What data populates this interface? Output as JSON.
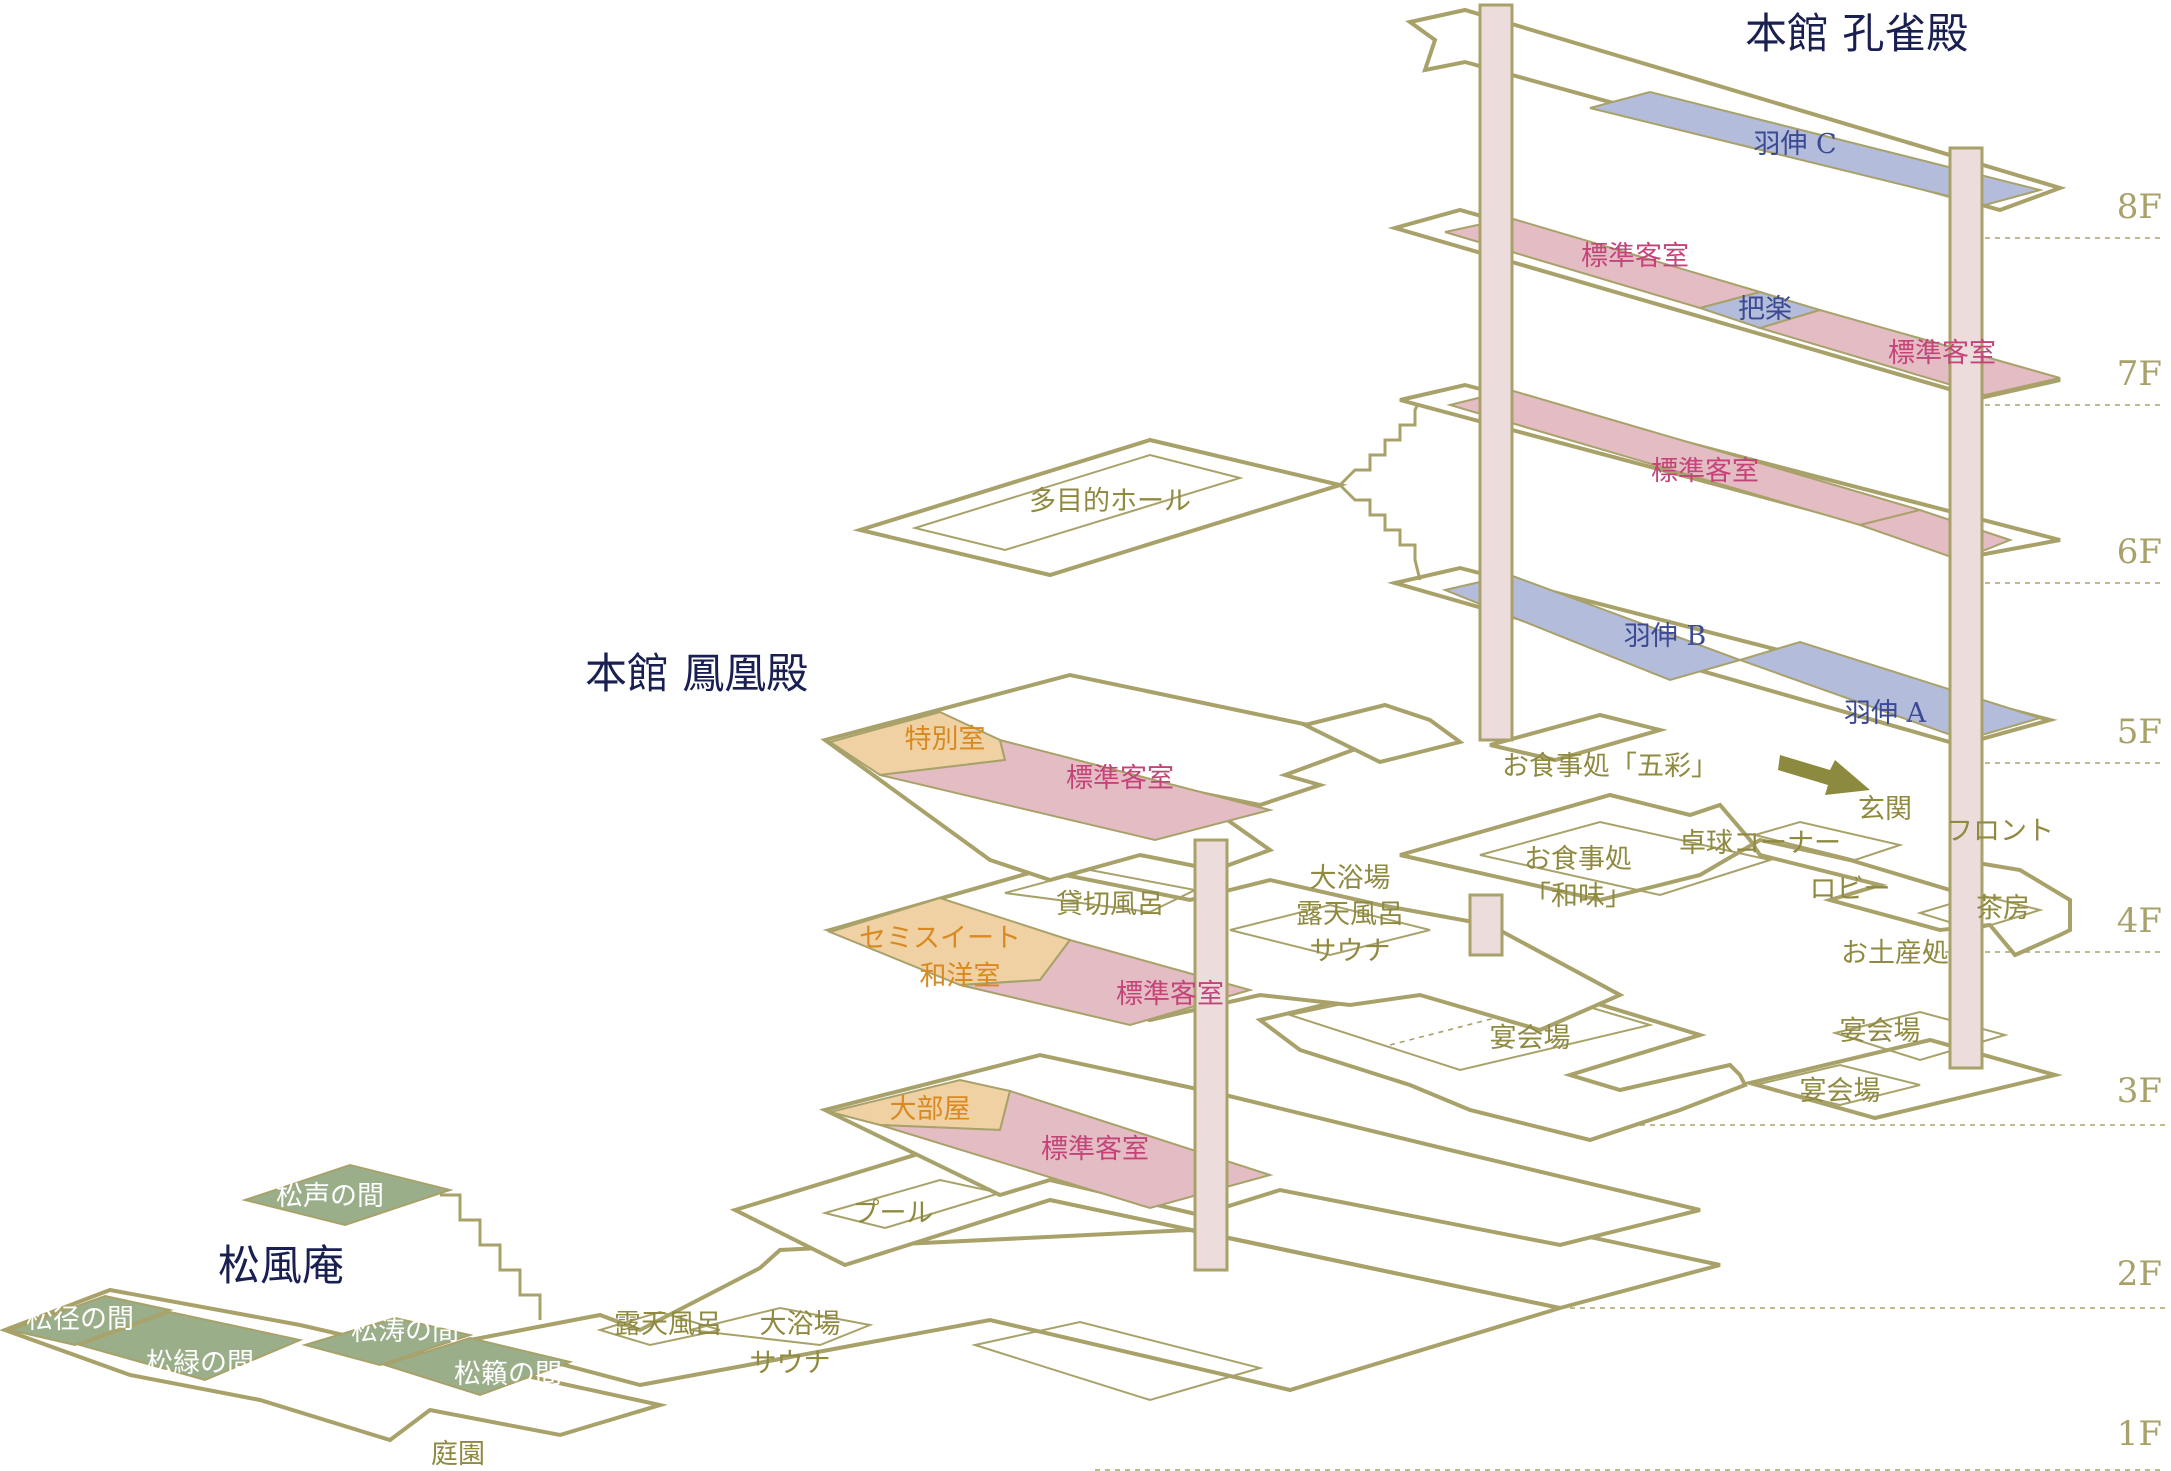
{
  "titles": {
    "honkan_kujaku": "本館 孔雀殿",
    "honkan_houou": "本館 鳳凰殿",
    "shofuan": "松風庵"
  },
  "floors": [
    "8F",
    "7F",
    "6F",
    "5F",
    "4F",
    "3F",
    "2F",
    "1F"
  ],
  "rooms": {
    "hashin_c": "羽伸 C",
    "hyojun_7a": "標準客室",
    "hara": "把楽",
    "hyojun_7b": "標準客室",
    "hyojun_6": "標準客室",
    "tamokuteki_hall": "多目的ホール",
    "hashin_b": "羽伸 B",
    "hashin_a": "羽伸 A",
    "tokubetsu": "特別室",
    "hyojun_h5": "標準客室",
    "oshokuji_gosai": "お食事処「五彩」",
    "genkan": "玄関",
    "front": "フロント",
    "takkyu": "卓球コーナー",
    "robby": "ロビー",
    "sabo": "茶房",
    "omiyage": "お土産処",
    "kashikiri": "貸切風呂",
    "daiyokujo_4f": "大浴場",
    "rotenburo_4f": "露天風呂",
    "sauna_4f": "サウナ",
    "oshokuji_wami_1": "お食事処",
    "oshokuji_wami_2": "「和味」",
    "semisweet_1": "セミスイート",
    "semisweet_2": "和洋室",
    "hyojun_h4": "標準客室",
    "enkaijo_3f": "宴会場",
    "enkaijo_3f_b": "宴会場",
    "enkaijo_3f_c": "宴会場",
    "obeya": "大部屋",
    "hyojun_h3": "標準客室",
    "pool": "プール",
    "shosei": "松声の間",
    "shokei": "松径の間",
    "shoryoku": "松緑の間",
    "shoto": "松涛の間",
    "shorai": "松籟の間",
    "rotenburo_1f": "露天風呂",
    "daiyokujo_1f": "大浴場",
    "sauna_1f": "サウナ",
    "teien": "庭園"
  },
  "colors": {
    "outline": "#a8a26a",
    "pink": "#e4bcc3",
    "blue": "#b3bcda",
    "orange": "#f0d1a3",
    "green": "#9aae8a",
    "title": "#1a1f52"
  }
}
